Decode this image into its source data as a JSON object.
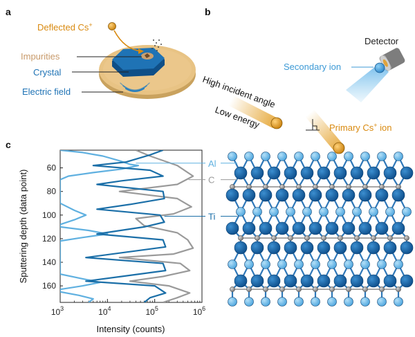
{
  "panels": {
    "a": {
      "letter": "a",
      "deflected_prefix": "Deflected Cs",
      "deflected_sup": "+",
      "impurities": "Impurities",
      "crystal": "Crystal",
      "electric_field": "Electric field"
    },
    "b": {
      "letter": "b",
      "detector": "Detector",
      "secondary_ion": "Secondary ion",
      "high_incident_angle": "High incident angle",
      "low_energy": "Low energy",
      "primary_prefix": "Primary Cs",
      "primary_sup": "+",
      "primary_suffix": " ion"
    },
    "c": {
      "letter": "c"
    }
  },
  "colors": {
    "Al": "#5fb0e0",
    "C": "#9a9a9a",
    "Ti": "#1b6fa8",
    "ion": "#e09a1c",
    "label_orange": "#d98a10",
    "label_blue": "#3d9ad6",
    "label_tan": "#c89a6a",
    "disk": "#e8c384",
    "crystal": "#1f73b5"
  },
  "chart_data": {
    "type": "line",
    "xlabel": "Intensity (counts)",
    "ylabel": "Sputtering depth (data point)",
    "xscale": "log",
    "xlim": [
      1000,
      1000000
    ],
    "ylim": [
      45,
      174
    ],
    "x_ticks": [
      {
        "base": "10",
        "exp": "3"
      },
      {
        "base": "10",
        "exp": "4"
      },
      {
        "base": "10",
        "exp": "5"
      },
      {
        "base": "10",
        "exp": "6"
      }
    ],
    "y_ticks": [
      60,
      80,
      100,
      120,
      140,
      160
    ],
    "series": [
      {
        "name": "Al",
        "points": [
          [
            1000,
            45
          ],
          [
            3000,
            47
          ],
          [
            8000,
            50
          ],
          [
            18000,
            54
          ],
          [
            30000,
            57
          ],
          [
            45000,
            58
          ],
          [
            20000,
            61
          ],
          [
            5000,
            64
          ],
          [
            1500,
            67
          ],
          [
            1000,
            70
          ],
          [
            1000,
            90
          ],
          [
            2000,
            96
          ],
          [
            3500,
            100
          ],
          [
            2000,
            104
          ],
          [
            1000,
            108
          ],
          [
            1000,
            110
          ],
          [
            4000,
            113
          ],
          [
            10000,
            116
          ],
          [
            3000,
            119
          ],
          [
            1000,
            122
          ],
          [
            1000,
            150
          ],
          [
            3000,
            154
          ],
          [
            7000,
            157
          ],
          [
            3000,
            160
          ],
          [
            1000,
            163
          ],
          [
            1000,
            165
          ],
          [
            2500,
            168
          ],
          [
            5000,
            171
          ],
          [
            4000,
            174
          ]
        ]
      },
      {
        "name": "C",
        "points": [
          [
            40000,
            45
          ],
          [
            80000,
            50
          ],
          [
            300000,
            58
          ],
          [
            650000,
            67
          ],
          [
            300000,
            74
          ],
          [
            18000,
            80
          ],
          [
            300000,
            86
          ],
          [
            600000,
            93
          ],
          [
            250000,
            99
          ],
          [
            40000,
            103
          ],
          [
            60000,
            109
          ],
          [
            300000,
            115
          ],
          [
            500000,
            121
          ],
          [
            650000,
            128
          ],
          [
            250000,
            133
          ],
          [
            18000,
            136
          ],
          [
            350000,
            141
          ],
          [
            550000,
            147
          ],
          [
            150000,
            152
          ],
          [
            30000,
            156
          ],
          [
            200000,
            160
          ],
          [
            550000,
            166
          ],
          [
            300000,
            170
          ],
          [
            150000,
            174
          ]
        ]
      },
      {
        "name": "Ti",
        "points": [
          [
            150000,
            45
          ],
          [
            80000,
            49
          ],
          [
            25000,
            55
          ],
          [
            5000,
            58
          ],
          [
            80000,
            62
          ],
          [
            150000,
            67
          ],
          [
            20000,
            71
          ],
          [
            6000,
            74
          ],
          [
            150000,
            80
          ],
          [
            160000,
            86
          ],
          [
            30000,
            91
          ],
          [
            6000,
            95
          ],
          [
            130000,
            100
          ],
          [
            160000,
            106
          ],
          [
            60000,
            110
          ],
          [
            6000,
            116
          ],
          [
            150000,
            121
          ],
          [
            170000,
            127
          ],
          [
            30000,
            131
          ],
          [
            3500,
            136
          ],
          [
            150000,
            141
          ],
          [
            170000,
            147
          ],
          [
            20000,
            152
          ],
          [
            3500,
            156
          ],
          [
            100000,
            160
          ],
          [
            170000,
            166
          ],
          [
            80000,
            170
          ],
          [
            60000,
            174
          ]
        ]
      }
    ],
    "labels": [
      {
        "series": "Al",
        "text": "Al",
        "at": [
          40000,
          56
        ]
      },
      {
        "series": "C",
        "text": "C",
        "at": [
          520000,
          70
        ]
      },
      {
        "series": "Ti",
        "text": "Ti",
        "at": [
          160000,
          101
        ]
      }
    ]
  }
}
